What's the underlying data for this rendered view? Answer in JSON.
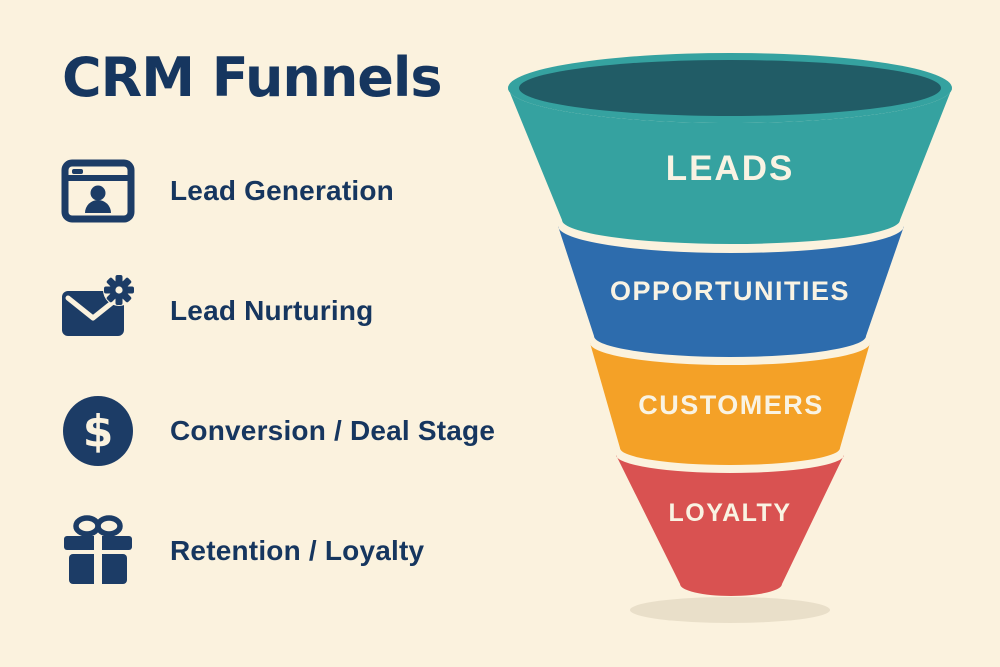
{
  "title": "CRM Funnels",
  "legend": {
    "items": [
      {
        "label": "Lead Generation",
        "icon": "browser-profile-icon"
      },
      {
        "label": "Lead Nurturing",
        "icon": "email-gear-icon"
      },
      {
        "label": "Conversion / Deal Stage",
        "icon": "dollar-circle-icon",
        "glyph": "$"
      },
      {
        "label": "Retention / Loyalty",
        "icon": "gift-icon"
      }
    ]
  },
  "funnel": {
    "mouth_color": "#215c66",
    "stages": [
      {
        "label": "LEADS",
        "color": "#35a2a0"
      },
      {
        "label": "OPPORTUNITIES",
        "color": "#2d6cad"
      },
      {
        "label": "CUSTOMERS",
        "color": "#f4a127"
      },
      {
        "label": "LOYALTY",
        "color": "#d95251"
      }
    ]
  },
  "colors": {
    "background": "#fbf2de",
    "text": "#16365f",
    "icon": "#1c3c66",
    "funnel_label": "#f9f3e3",
    "shadow": "#e9dfc9"
  }
}
